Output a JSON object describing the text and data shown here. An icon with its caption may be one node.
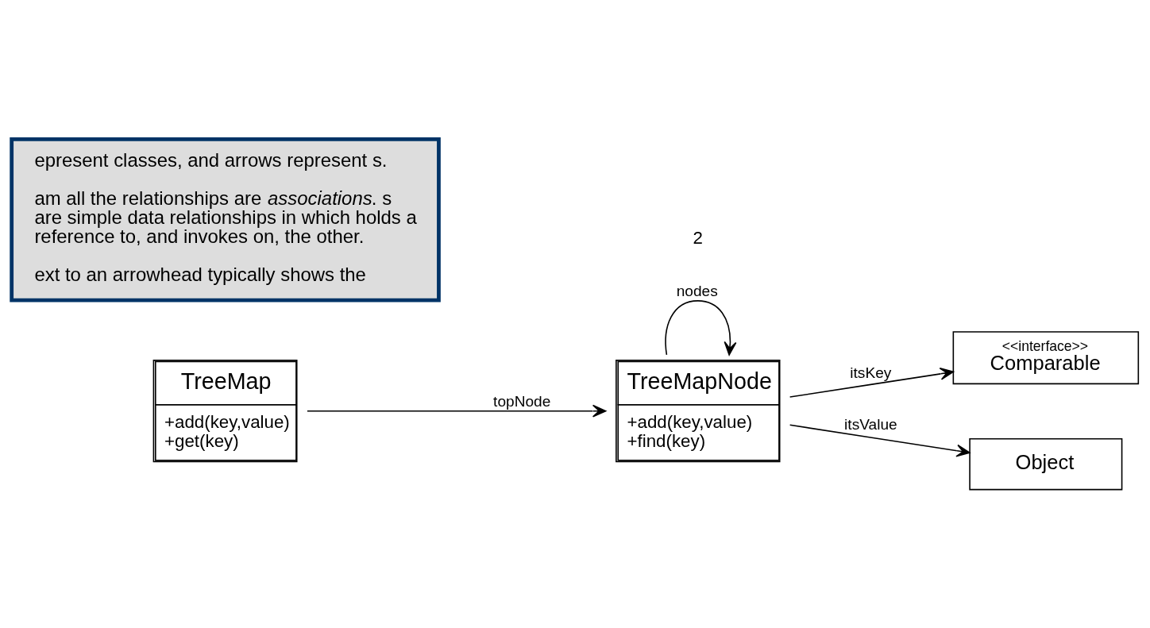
{
  "diagram": {
    "nodes": [
      {
        "text": [
          "TreeMap",
          "+add(key,value)",
          "+get(key)"
        ]
      },
      {
        "text": [
          "TreeMapNode",
          "+add(key,value)",
          "+find(key)"
        ]
      },
      {
        "text": [
          "<<interface>>",
          "Comparable"
        ]
      },
      {
        "text": [
          "Object"
        ]
      },
      {
        "text": [
          "epresent classes, and arrows represent s.",
          "am all the relationships are *associations*. s are simple data relationships in which holds a reference to, and invokes on, the other.",
          "ext to an arrowhead typically shows the"
        ]
      }
    ],
    "edges": [
      {
        "from": 0,
        "to": 1,
        "arrow": "to",
        "label": "topNode"
      },
      {
        "from": 1,
        "to": 1,
        "arrow": "to",
        "label": "nodes"
      },
      {
        "from": 1,
        "to": 2,
        "arrow": "to",
        "label": "itsKey"
      },
      {
        "from": 1,
        "to": 3,
        "arrow": "to",
        "label": "itsValue"
      }
    ],
    "labels": [
      "2"
    ]
  }
}
